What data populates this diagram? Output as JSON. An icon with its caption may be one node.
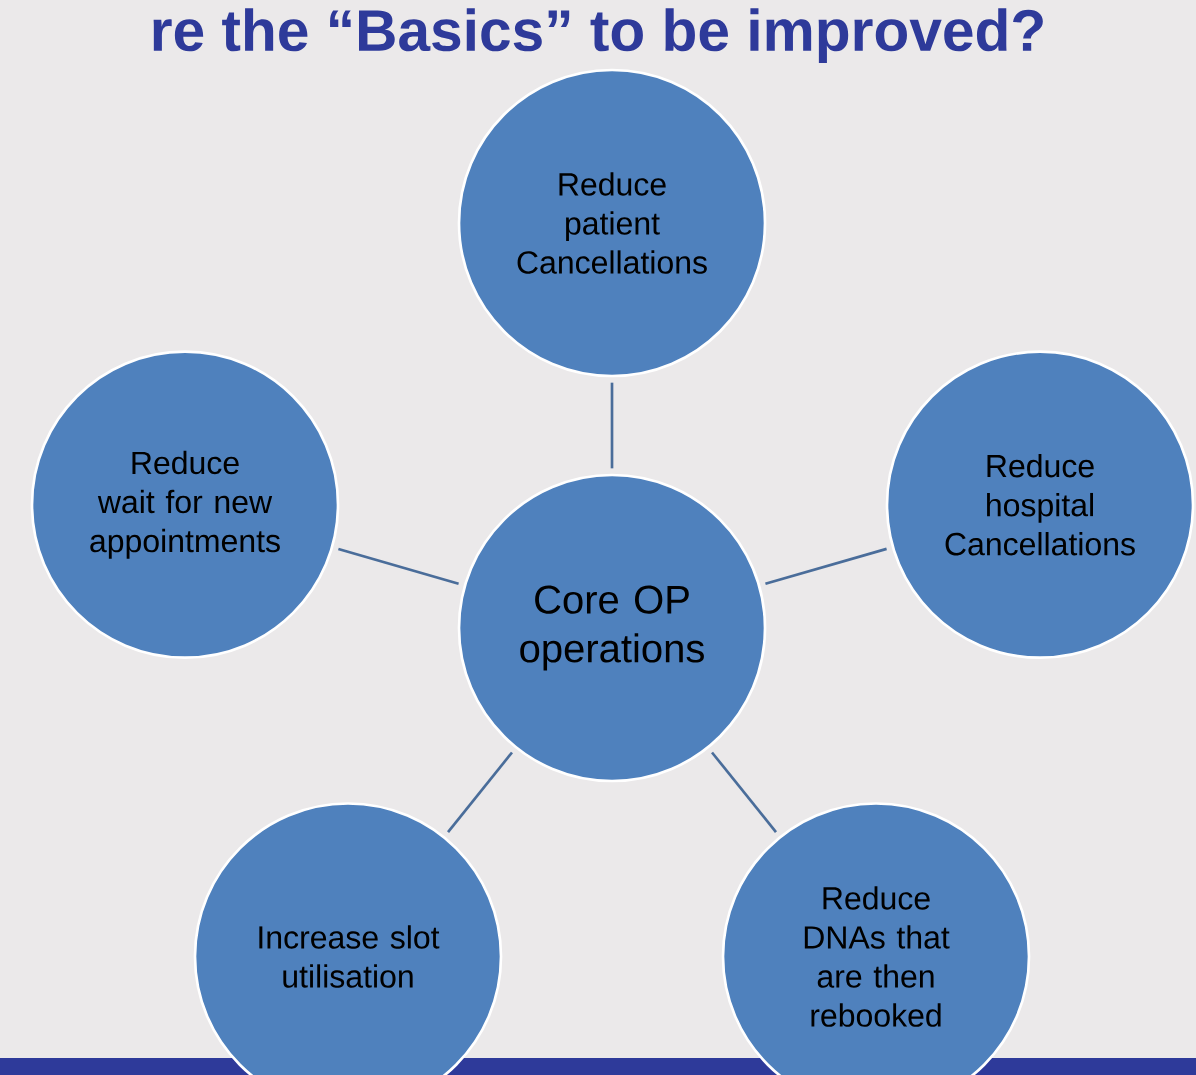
{
  "diagram": {
    "title": "re the “Basics” to be improved?",
    "nodes": [
      {
        "text": [
          "Reduce patient Cancellations"
        ]
      },
      {
        "text": [
          "Reduce wait for new appointments"
        ]
      },
      {
        "text": [
          "Core OP operations"
        ]
      },
      {
        "text": [
          "Reduce hospital Cancellations"
        ]
      },
      {
        "text": [
          "Increase slot utilisation"
        ]
      },
      {
        "text": [
          "Reduce DNAs that are then rebooked"
        ]
      }
    ],
    "edges": [
      {
        "from": 2,
        "to": 0,
        "arrow": "none"
      },
      {
        "from": 2,
        "to": 1,
        "arrow": "none"
      },
      {
        "from": 2,
        "to": 3,
        "arrow": "none"
      },
      {
        "from": 2,
        "to": 4,
        "arrow": "none"
      },
      {
        "from": 2,
        "to": 5,
        "arrow": "none"
      }
    ]
  }
}
